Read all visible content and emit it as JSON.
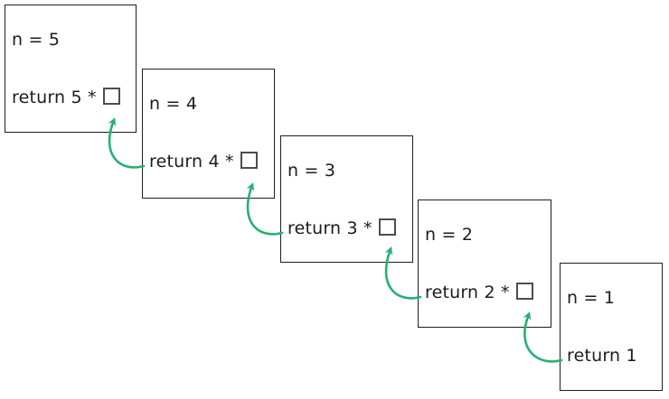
{
  "diagram": {
    "description": "recursive-factorial-call-stack",
    "frames": [
      {
        "n_label": "n = 5",
        "return_label": "return 5 *",
        "has_placeholder": true
      },
      {
        "n_label": "n = 4",
        "return_label": "return 4 *",
        "has_placeholder": true
      },
      {
        "n_label": "n = 3",
        "return_label": "return 3 *",
        "has_placeholder": true
      },
      {
        "n_label": "n = 2",
        "return_label": "return 2 *",
        "has_placeholder": true
      },
      {
        "n_label": "n = 1",
        "return_label": "return 1",
        "has_placeholder": false
      }
    ],
    "colors": {
      "arrow_green": "#25b171",
      "box_border": "#1f1f1f",
      "text": "#1c1c1c",
      "placeholder_border": "#4d4d4d",
      "background": "#ffffff"
    }
  }
}
